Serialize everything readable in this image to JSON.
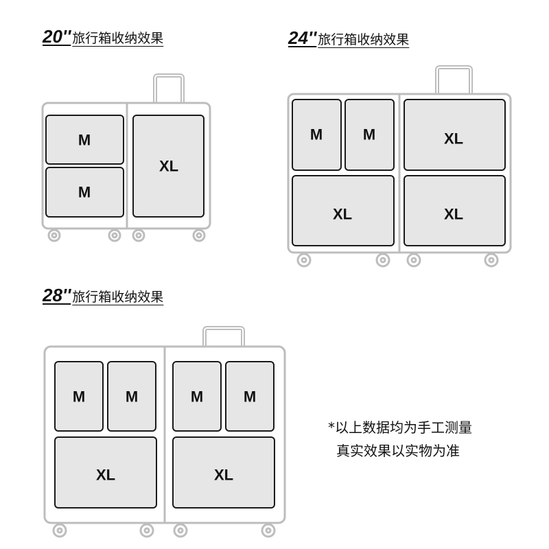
{
  "diagrams": [
    {
      "size": "20''",
      "title": "旅行箱收纳效果",
      "cubes": [
        {
          "label": "M"
        },
        {
          "label": "M"
        },
        {
          "label": "XL"
        }
      ]
    },
    {
      "size": "24''",
      "title": "旅行箱收纳效果",
      "cubes": [
        {
          "label": "M"
        },
        {
          "label": "M"
        },
        {
          "label": "XL"
        },
        {
          "label": "XL"
        },
        {
          "label": "XL"
        }
      ]
    },
    {
      "size": "28''",
      "title": "旅行箱收纳效果",
      "cubes": [
        {
          "label": "M"
        },
        {
          "label": "M"
        },
        {
          "label": "XL"
        },
        {
          "label": "M"
        },
        {
          "label": "M"
        },
        {
          "label": "XL"
        }
      ]
    }
  ],
  "note": {
    "line1": "*以上数据均为手工测量",
    "line2": "真实效果以实物为准"
  },
  "colors": {
    "suitcase_stroke": "#bdbdbd",
    "cube_fill": "#e6e6e6",
    "cube_stroke": "#1a1a1a",
    "text": "#111111"
  }
}
